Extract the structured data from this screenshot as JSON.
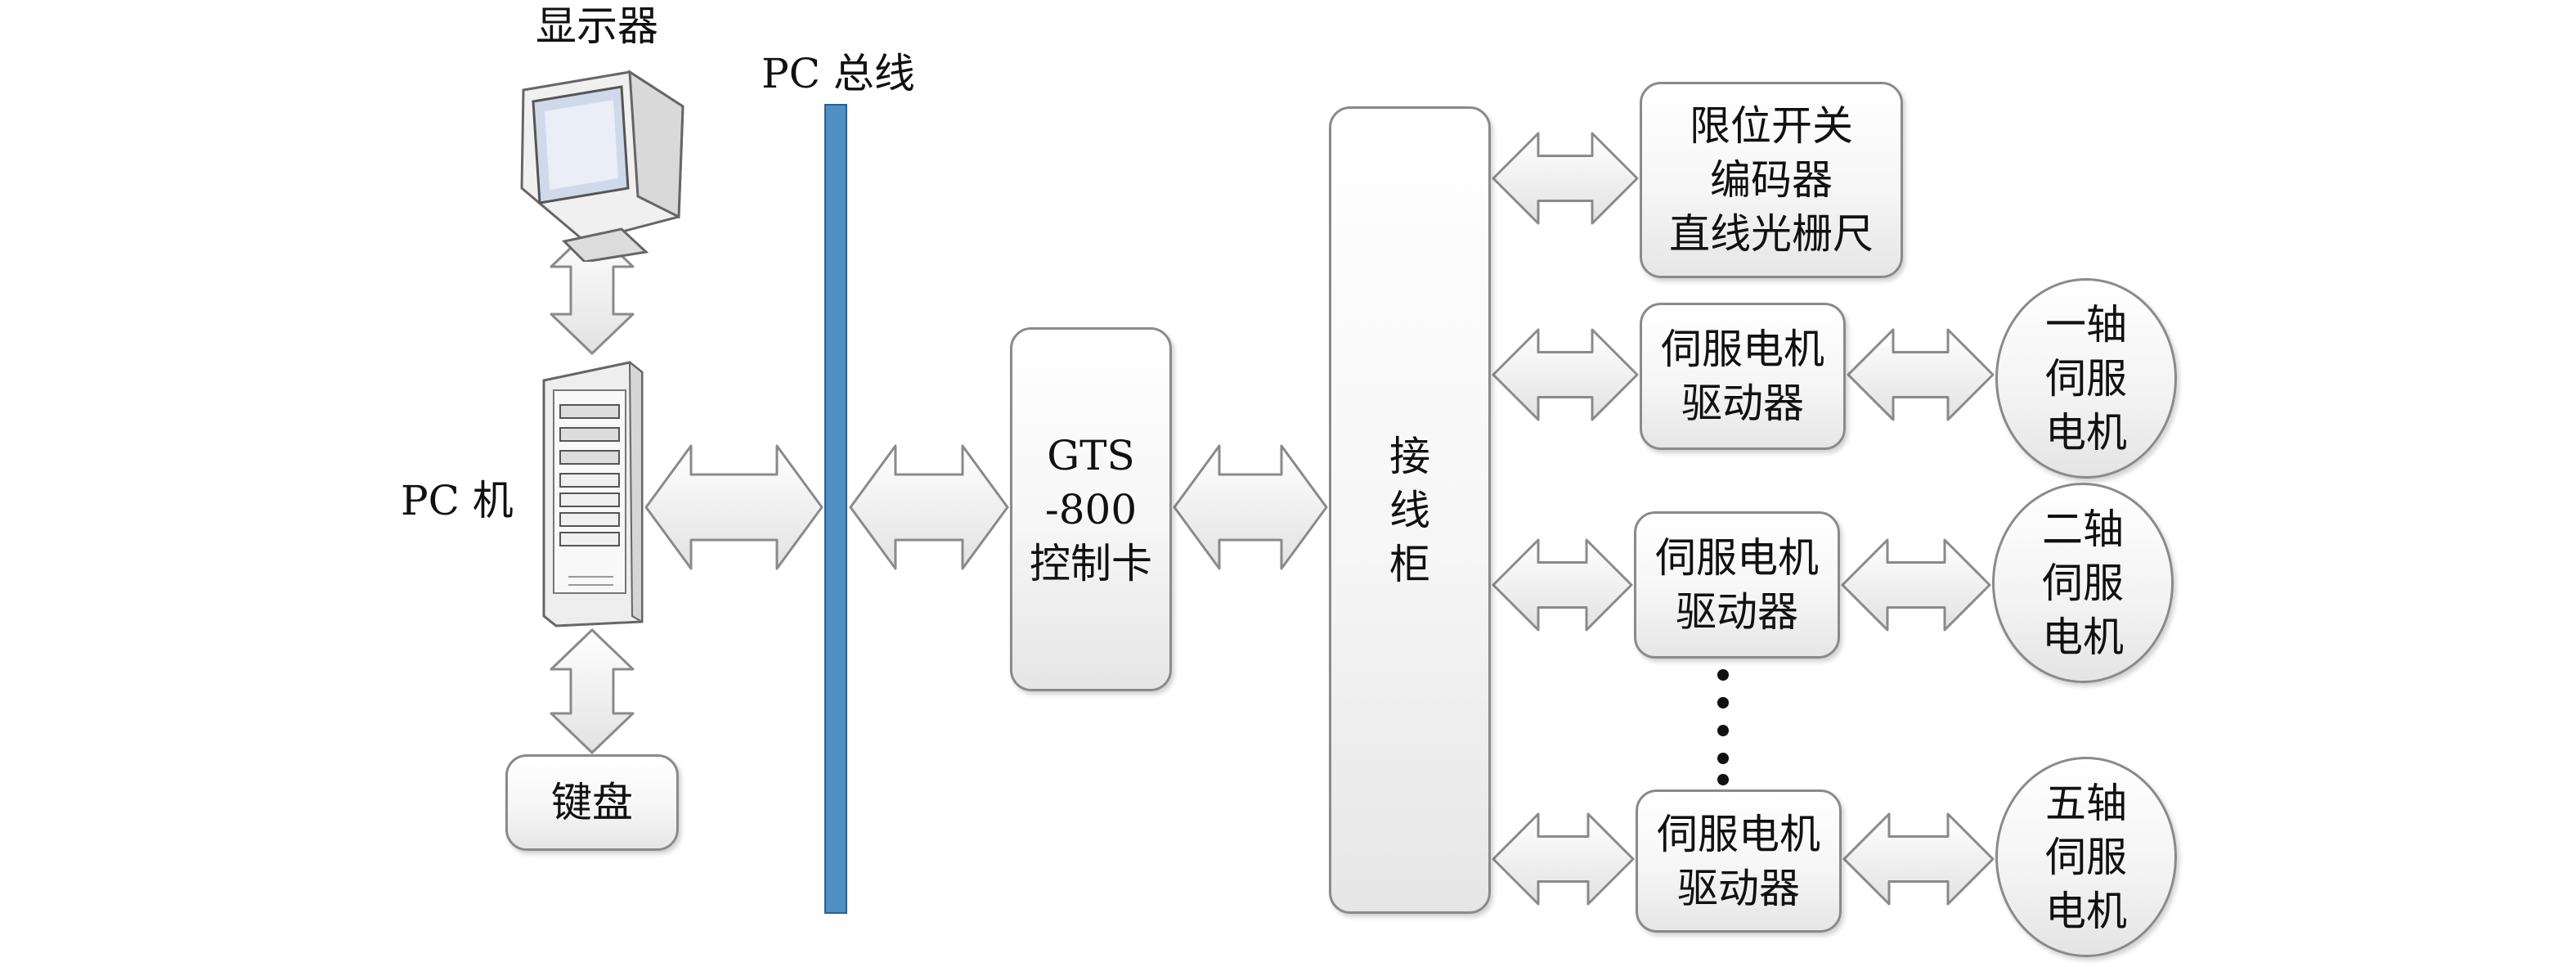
{
  "labels": {
    "monitor": "显示器",
    "pc_bus": "PC 总线",
    "pc": "PC 机"
  },
  "boxes": {
    "keyboard": "键盘",
    "controller": [
      "GTS",
      "-800",
      "控制卡"
    ],
    "cabinet": [
      "接",
      "线",
      "柜"
    ],
    "sensors": [
      "限位开关",
      "编码器",
      "直线光栅尺"
    ],
    "driver1": [
      "伺服电机",
      "驱动器"
    ],
    "driver2": [
      "伺服电机",
      "驱动器"
    ],
    "driver5": [
      "伺服电机",
      "驱动器"
    ]
  },
  "motors": {
    "motor1": [
      "一轴",
      "伺服",
      "电机"
    ],
    "motor2": [
      "二轴",
      "伺服",
      "电机"
    ],
    "motor5": [
      "五轴",
      "伺服",
      "电机"
    ]
  },
  "colors": {
    "bus": "#4f8fc4",
    "box_border": "#8a8a8a",
    "arrow_fill": "#f4f4f4"
  }
}
